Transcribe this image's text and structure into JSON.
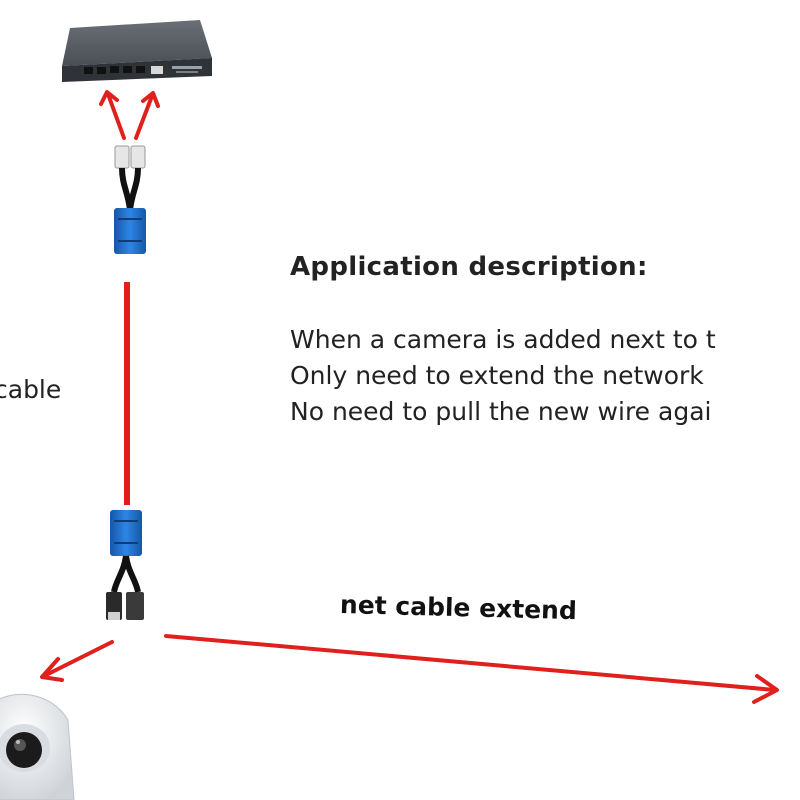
{
  "text": {
    "heading": "Application description:",
    "lines": [
      "When a camera is added next to t",
      "Only need to extend the network",
      "No need to pull the new wire agai"
    ],
    "side_label": "cable",
    "extend_label": "net cable  extend"
  },
  "colors": {
    "cable_red": "#e0201c",
    "adapter_blue": "#1f6fd1",
    "switch_body": "#3c4046",
    "text": "#222222"
  },
  "icons": {
    "switch": "network-switch-icon",
    "camera": "dome-camera-icon",
    "splitter": "poe-splitter-icon"
  }
}
